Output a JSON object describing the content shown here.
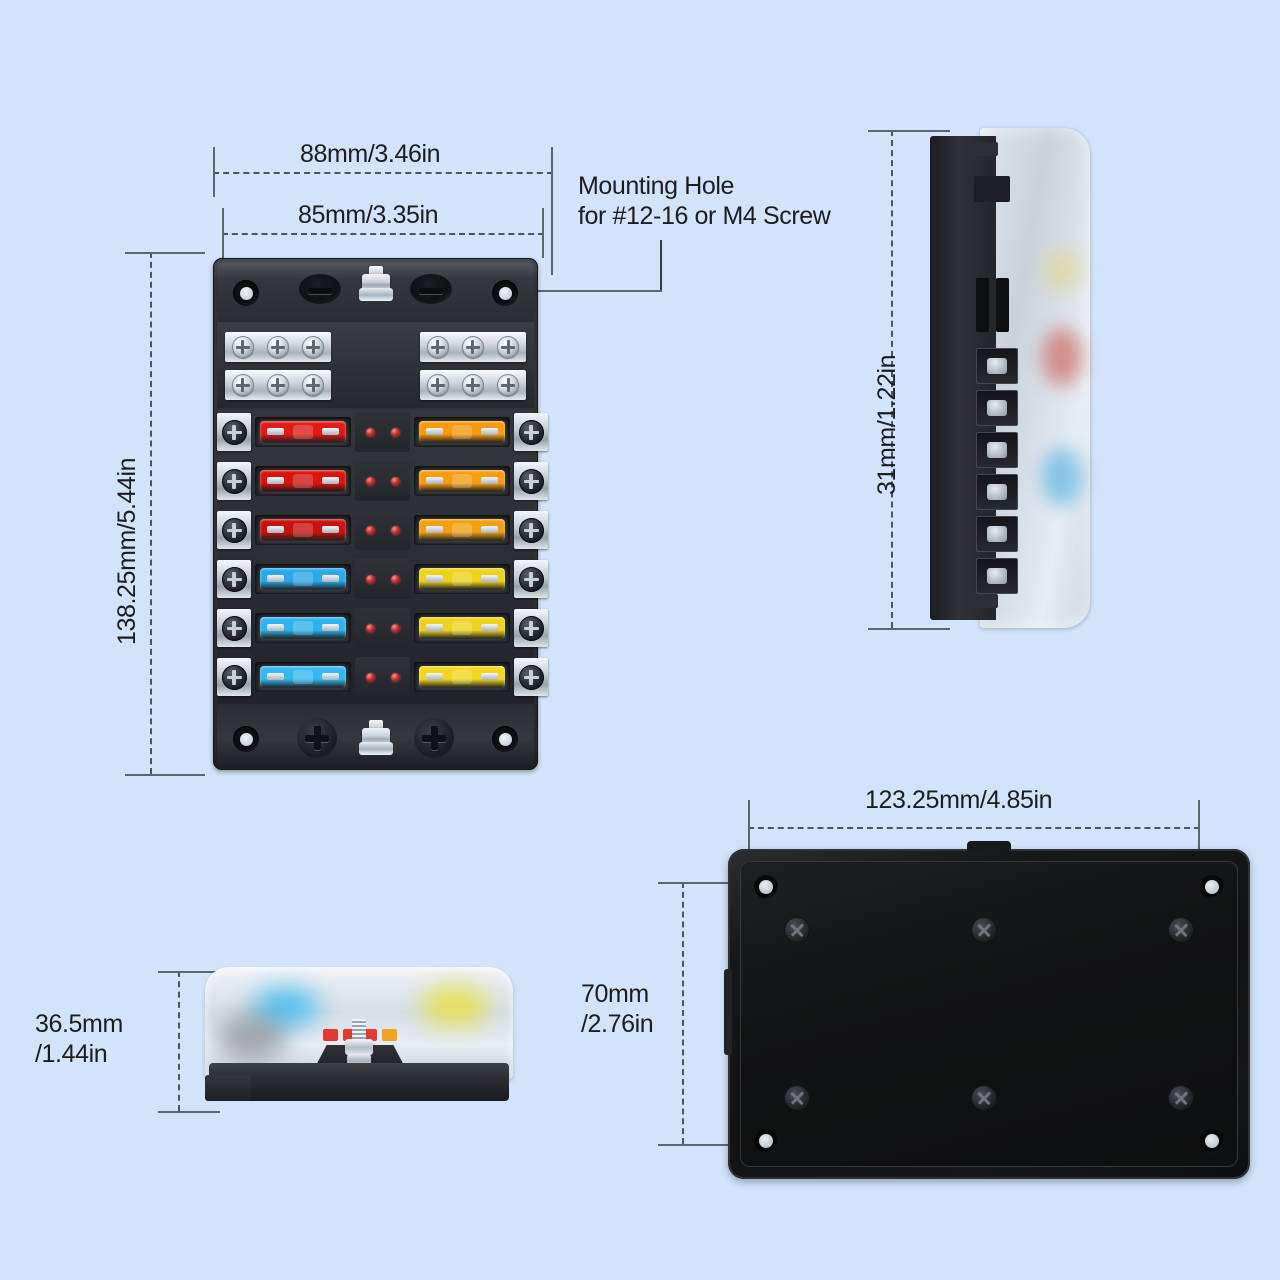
{
  "page": {
    "background_color": "#d3e3fb",
    "title": "Fuse Block Dimension Diagram"
  },
  "dimensions": {
    "overall_width": "88mm/3.46in",
    "inner_width": "85mm/3.35in",
    "overall_height": "138.25mm/5.44in",
    "side_depth": "31mm/1.22in",
    "rear_width": "123.25mm/4.85in",
    "rear_height": "70mm\n/2.76in",
    "cover_height": "36.5mm\n/1.44in"
  },
  "annotations": {
    "mounting_hole": "Mounting Hole\nfor #12-16 or M4 Screw"
  },
  "front_view": {
    "negative_busbars": {
      "rows": 2,
      "screws_per_group": 3,
      "groups_per_row": 2,
      "screw_icon": "phillips-screw-icon"
    },
    "top_stud": {
      "label": "negative-stud",
      "icon": "hex-nut-icon"
    },
    "bottom_stud": {
      "label": "positive-stud",
      "icon": "hex-nut-icon"
    },
    "mounting_holes": 4,
    "oval_slots": 2,
    "plus_bosses": 2,
    "fuse_rows": [
      {
        "left_fuse_color": "#e01b16",
        "right_fuse_color": "#f79a0d",
        "leds": 2
      },
      {
        "left_fuse_color": "#d8140f",
        "right_fuse_color": "#f59d12",
        "leds": 2
      },
      {
        "left_fuse_color": "#c9120d",
        "right_fuse_color": "#f0a010",
        "leds": 2
      },
      {
        "left_fuse_color": "#2aa8e8",
        "right_fuse_color": "#edd219",
        "leds": 2
      },
      {
        "left_fuse_color": "#2fb3ee",
        "right_fuse_color": "#eed31c",
        "leds": 2
      },
      {
        "left_fuse_color": "#35b8f0",
        "right_fuse_color": "#f0d71f",
        "leds": 2
      }
    ],
    "terminal_screw_columns": 2,
    "terminal_screws_per_column": 6
  },
  "side_view": {
    "cover_material": "translucent-smoked",
    "terminal_ports": 6,
    "blur_colors": [
      "#c94a3c",
      "#3ba7de",
      "#e6d24a"
    ]
  },
  "rear_view": {
    "corner_holes": 4,
    "screws": 6,
    "color": "#121314"
  },
  "cover_view": {
    "cover_material": "translucent-frosted",
    "blob_colors": [
      "#27b6ef",
      "#6b6f73",
      "#e9e02a"
    ],
    "chip_colors": [
      "#e03b30",
      "#e03b30",
      "#e03b30",
      "#f0a224"
    ]
  },
  "colors": {
    "dimension_line": "#4a5560",
    "leader_line": "#3a3a3a",
    "text": "#1d1d1f"
  }
}
